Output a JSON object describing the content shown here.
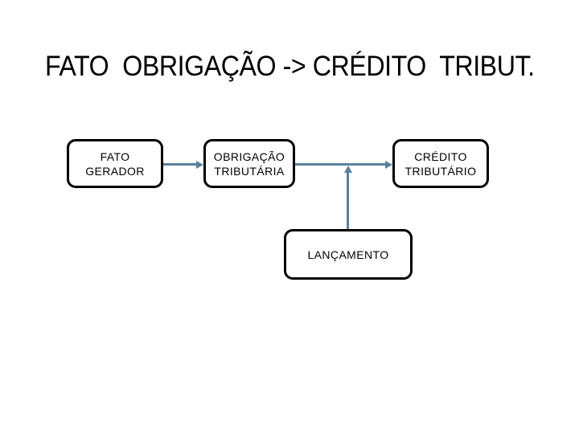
{
  "slide": {
    "title": "FATO  OBRIGAÇÃO -> CRÉDITO  TRIBUT.",
    "colors": {
      "background": "#ffffff",
      "box_border": "#000000",
      "box_fill": "#ffffff",
      "text": "#000000",
      "connector": "#5a80a0"
    },
    "diagram": {
      "nodes": [
        {
          "id": "fato-gerador",
          "label": "FATO\nGERADOR"
        },
        {
          "id": "obrigacao-tributaria",
          "label": "OBRIGAÇÃO\nTRIBUTÁRIA"
        },
        {
          "id": "credito-tributario",
          "label": "CRÉDITO\nTRIBUTÁRIO"
        },
        {
          "id": "lancamento",
          "label": "LANÇAMENTO"
        }
      ],
      "connectors": [
        {
          "from": "fato-gerador",
          "to": "obrigacao-tributaria",
          "direction": "right-arrow"
        },
        {
          "from": "obrigacao-tributaria",
          "to": "credito-tributario",
          "direction": "right-arrow"
        },
        {
          "from": "lancamento",
          "to": "connector-obrigacao-credito",
          "direction": "up-arrow"
        }
      ]
    }
  }
}
